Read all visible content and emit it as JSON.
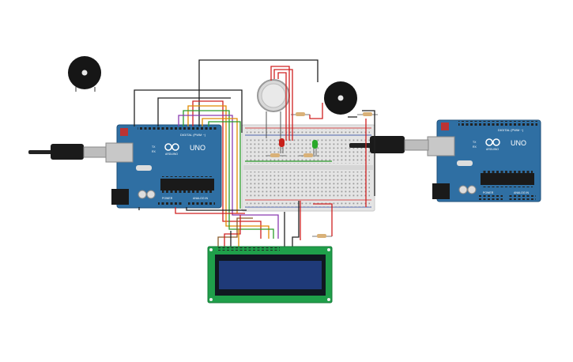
{
  "arduino_left": {
    "logo_text": "UNO",
    "brand": "ARDUINO",
    "digital_label": "DIGITAL (PWM ~)",
    "power_label": "POWER",
    "analog_label": "ANALOG IN",
    "tx_label": "TX",
    "rx_label": "RX",
    "aref_label": "AREF"
  },
  "arduino_right": {
    "logo_text": "UNO",
    "brand": "ARDUINO",
    "digital_label": "DIGITAL (PWM ~)",
    "power_label": "POWER",
    "analog_label": "ANALOG IN",
    "tx_label": "TX",
    "rx_label": "RX",
    "aref_label": "AREF"
  },
  "colors": {
    "board": "#2f6fa3",
    "board_edge": "#1f4f78",
    "breadboard": "#e7e7e7",
    "lcd_pcb": "#1f9f4a",
    "lcd_screen": "#1f3a78",
    "wire_red": "#d02020",
    "wire_black": "#222222",
    "wire_orange": "#e08a00",
    "wire_green": "#2a9a2a",
    "wire_purple": "#8a3ab0",
    "wire_brown": "#8a5a2a",
    "led_red": "#c8201a",
    "led_green": "#2aa82a"
  },
  "components": {
    "buzzer_1": "piezo-buzzer",
    "buzzer_2": "piezo-buzzer",
    "gas_sensor": "gas-sensor",
    "led_red": "red-led",
    "led_green": "green-led",
    "lcd": "lcd-16x2",
    "usb_left": "usb-cable",
    "usb_right": "usb-cable"
  }
}
